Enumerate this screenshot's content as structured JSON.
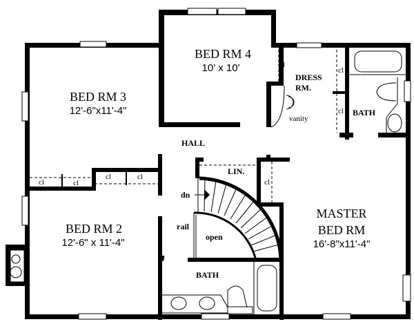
{
  "floor_plan": {
    "rooms": [
      {
        "id": "bed3",
        "name": "BED  RM 3",
        "dimensions": "12'-6\"x11'-4\""
      },
      {
        "id": "bed4",
        "name": "BED RM 4",
        "dimensions": "10' x 10'"
      },
      {
        "id": "bed2",
        "name": "BED  RM 2",
        "dimensions": "12'-6\" x 11'-4\""
      },
      {
        "id": "master",
        "name_line1": "MASTER",
        "name_line2": "BED  RM",
        "dimensions": "16'-8\"x11'-4\""
      },
      {
        "id": "dress",
        "name_line1": "DRESS",
        "name_line2": "RM."
      },
      {
        "id": "master_bath",
        "name": "BATH"
      },
      {
        "id": "hall_bath",
        "name": "BATH"
      },
      {
        "id": "hall",
        "name": "HALL"
      }
    ],
    "annotations": {
      "linen": "LIN.",
      "down": "dn",
      "rail": "rail",
      "open": "open",
      "vanity": "vanity",
      "closet": "cl"
    },
    "colors": {
      "wall": "#000000",
      "background": "#ffffff"
    }
  }
}
